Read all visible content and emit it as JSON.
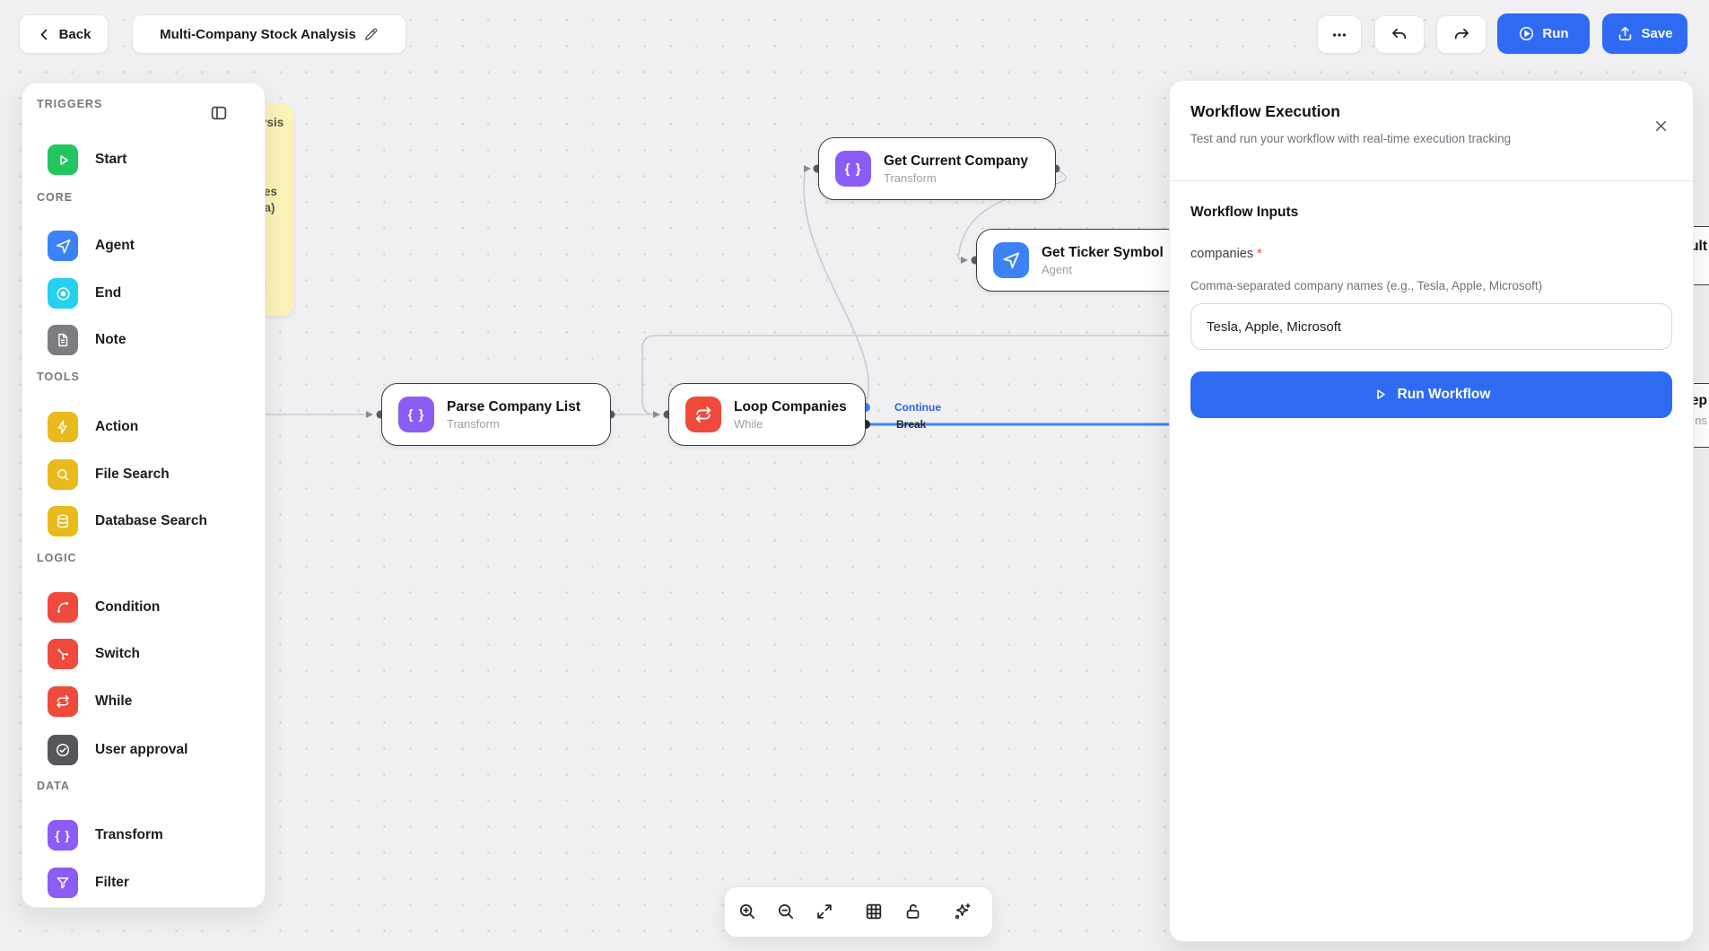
{
  "topbar": {
    "back_label": "Back",
    "workflow_title": "Multi-Company Stock Analysis",
    "run_label": "Run",
    "save_label": "Save"
  },
  "sidebar": {
    "sections": [
      {
        "header": "TRIGGERS",
        "items": [
          {
            "label": "Start"
          }
        ]
      },
      {
        "header": "CORE",
        "items": [
          {
            "label": "Agent"
          },
          {
            "label": "End"
          },
          {
            "label": "Note"
          }
        ]
      },
      {
        "header": "TOOLS",
        "items": [
          {
            "label": "Action"
          },
          {
            "label": "File Search"
          },
          {
            "label": "Database Search"
          }
        ]
      },
      {
        "header": "LOGIC",
        "items": [
          {
            "label": "Condition"
          },
          {
            "label": "Switch"
          },
          {
            "label": "While"
          },
          {
            "label": "User approval"
          }
        ]
      },
      {
        "header": "DATA",
        "items": [
          {
            "label": "Transform"
          },
          {
            "label": "Filter"
          }
        ]
      }
    ]
  },
  "canvas": {
    "nodes": [
      {
        "title": "Get Current Company",
        "subtitle": "Transform"
      },
      {
        "title": "Get Ticker Symbol",
        "subtitle": "Agent"
      },
      {
        "title": "Parse Company List",
        "subtitle": "Transform"
      },
      {
        "title": "Loop Companies",
        "subtitle": "While"
      }
    ],
    "edge_labels": {
      "continue": "Continue",
      "break": "Break"
    },
    "sticky_note_fragments": [
      "ysis",
      "es",
      "ta)",
      "!"
    ],
    "clipped_nodes": [
      {
        "title_fragment": "ult"
      },
      {
        "title_fragment": "ep",
        "subtitle_fragment": "ns"
      }
    ]
  },
  "execution_panel": {
    "title": "Workflow Execution",
    "subtitle": "Test and run your workflow with real-time execution tracking",
    "inputs_header": "Workflow Inputs",
    "field_label": "companies",
    "required_marker": "*",
    "field_helper": "Comma-separated company names (e.g., Tesla, Apple, Microsoft)",
    "field_value": "Tesla, Apple, Microsoft",
    "run_button_label": "Run Workflow"
  },
  "colors": {
    "primary_blue": "#2f6bf2",
    "edge_blue": "#3b82f6",
    "node_purple": "#8b5cf6",
    "node_red": "#ef4a3c",
    "agent_blue": "#3b82f6",
    "start_green": "#22c55e",
    "end_cyan": "#26d0ee",
    "tool_yellow": "#e9ba1c",
    "note_gray": "#7c7c82",
    "approval_gray": "#55555c",
    "sticky_yellow": "#fbf3b9",
    "canvas_gray": "#f0f0f2"
  }
}
